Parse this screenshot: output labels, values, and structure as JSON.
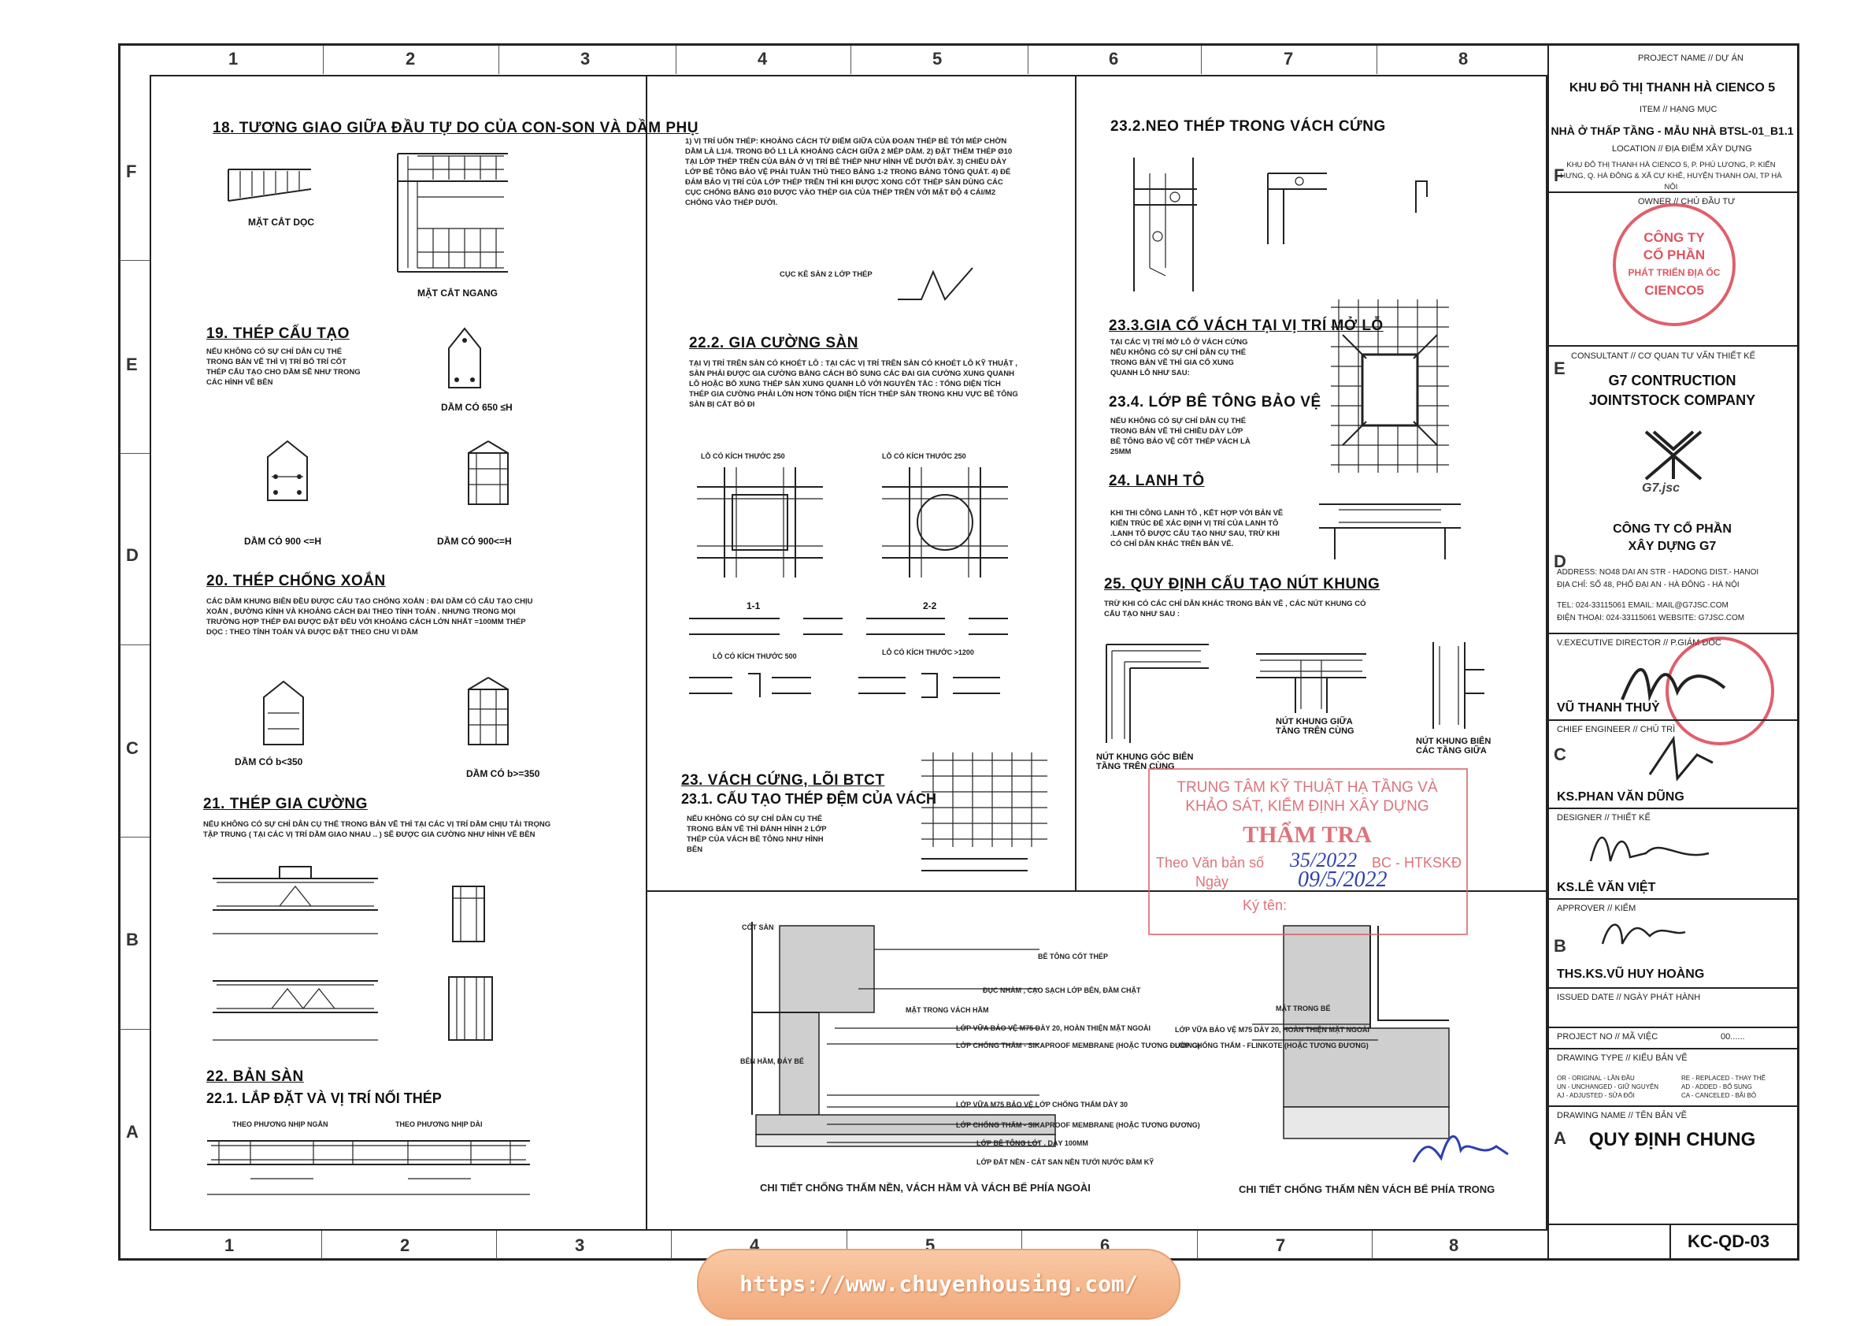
{
  "grid": {
    "columns": [
      "1",
      "2",
      "3",
      "4",
      "5",
      "6",
      "7",
      "8"
    ],
    "rows": [
      "F",
      "E",
      "D",
      "C",
      "B",
      "A"
    ]
  },
  "sections": {
    "s18_title": "18. TƯƠNG GIAO GIỮA ĐẦU TỰ DO CỦA CON-SON VÀ DẦM PHỤ",
    "s18_cap1": "MẶT CẮT DỌC",
    "s18_cap2": "MẶT CẮT NGANG",
    "s19_title": "19. THÉP CẤU TẠO",
    "s19_note": "NẾU KHÔNG CÓ SỰ CHỈ DẪN CỤ THỂ TRONG BẢN VẼ THÌ VỊ TRÍ BỐ TRÍ CỐT THÉP CẤU TẠO CHO DẦM SẼ NHƯ TRONG CÁC HÌNH VẼ BÊN",
    "s19_cap1": "DẦM CÓ 650 ≤H",
    "s19_cap2": "DẦM CÓ 900 <=H",
    "s19_cap3": "DẦM CÓ 900<=H",
    "s20_title": "20. THÉP CHỐNG XOẮN",
    "s20_note": "CÁC DẦM KHUNG BIÊN ĐỀU ĐƯỢC CẤU TẠO CHỐNG XOẮN : ĐAI DẦM CÓ CẤU TẠO CHỊU XOẮN , ĐƯỜNG KÍNH VÀ KHOẢNG CÁCH ĐAI THEO TÍNH TOÁN . NHƯNG TRONG MỌI TRƯỜNG HỢP THÉP ĐAI ĐƯỢC ĐẶT ĐỀU VỚI KHOẢNG CÁCH LỚN NHẤT =100MM THÉP DỌC : THEO TÍNH TOÁN VÀ ĐƯỢC ĐẶT THEO CHU VI DẦM",
    "s20_cap1": "DẦM CÓ b<350",
    "s20_cap2": "DẦM CÓ b>=350",
    "s21_title": "21. THÉP GIA CƯỜNG",
    "s21_note": "NẾU KHÔNG CÓ SỰ CHỈ DẪN CỤ THỂ TRONG BẢN VẼ THÌ TẠI CÁC VỊ TRÍ DẦM CHỊU TẢI TRỌNG TẬP TRUNG ( TẠI CÁC VỊ TRÍ DẦM GIAO NHAU .. ) SẼ ĐƯỢC GIA CƯỜNG NHƯ HÌNH VẼ BÊN",
    "s22_title": "22. BẢN SÀN",
    "s22_1_title": "22.1. LẮP ĐẶT VÀ VỊ TRÍ NỐI THÉP",
    "s22_1_lbl1": "THEO PHƯƠNG NHỊP NGẮN",
    "s22_1_lbl2": "THEO PHƯƠNG NHỊP DÀI",
    "s22_notes": "1) VỊ TRÍ UỐN THÉP: KHOẢNG CÁCH TỪ ĐIỂM GIỮA CỦA ĐOẠN THÉP BẺ TỚI MÉP CHỜN DẦM LÀ L1/4. TRONG ĐÓ L1 LÀ KHOẢNG CÁCH GIỮA 2 MÉP DẦM. 2) ĐẶT THÊM THÉP Ø10 TẠI LỚP THÉP TRÊN CỦA BẢN Ở VỊ TRÍ BẺ THÉP NHƯ HÌNH VẼ DƯỚI ĐÂY. 3) CHIỀU DÀY LỚP BÊ TÔNG BẢO VỆ PHẢI TUÂN THỦ THEO BẢNG 1-2 TRONG BẢNG TỔNG QUÁT. 4) ĐỂ ĐẢM BẢO VỊ TRÍ CỦA LỚP THÉP TRÊN THÌ KHI ĐƯỢC XONG CỐT THÉP SÀN DÙNG CÁC CỤC CHỐNG BẰNG Ø10 ĐƯỢC VÀO THÉP GIA CỦA THÉP TRÊN VỚI MẬT ĐỘ 4 CÁI/M2 CHỐNG VÀO THÉP DƯỚI.",
    "s22_kicker": "CỤC KÊ SÀN 2 LỚP THÉP",
    "s22_2_title": "22.2. GIA CƯỜNG SÀN",
    "s22_2_note": "TẠI VỊ TRÍ TRÊN SÀN CÓ KHOÉT LỖ : TẠI CÁC VỊ TRÍ TRÊN SÀN CÓ KHOÉT LỖ KỸ THUẬT , SÀN PHẢI ĐƯỢC GIA CƯỜNG BẰNG CÁCH BỔ SUNG CÁC ĐAI GIA CƯỜNG XUNG QUANH LỖ HOẶC BỔ XUNG THÉP SÀN XUNG QUANH LỖ VỚI NGUYÊN TẮC : TỔNG DIỆN TÍCH THÉP GIA CƯỜNG PHẢI LỚN HƠN TỔNG DIỆN TÍCH THÉP SÀN TRONG KHU VỰC BÊ TÔNG SÀN BỊ CẮT BỎ ĐI",
    "s22_2_lbl1": "LỖ CÓ KÍCH THƯỚC 250",
    "s22_2_lbl2": "LỖ CÓ KÍCH THƯỚC 250",
    "s22_2_lbl3": "LỖ CÓ KÍCH THƯỚC 500",
    "s22_2_lbl4": "LỖ CÓ KÍCH THƯỚC >1200",
    "s22_2_sec1": "1-1",
    "s22_2_sec2": "2-2",
    "s23_title": "23. VÁCH CỨNG, LÕI BTCT",
    "s23_1_title": "23.1. CẤU TẠO THÉP ĐỆM CỦA VÁCH",
    "s23_1_note": "NẾU KHÔNG CÓ SỰ CHỈ DẪN CỤ THỂ TRONG BẢN VẼ THÌ ĐÁNH HÌNH 2 LỚP THÉP CỦA VÁCH BÊ TÔNG NHƯ HÌNH BÊN",
    "s23_2_title": "23.2.NEO THÉP TRONG VÁCH CỨNG",
    "s23_3_title": "23.3.GIA CỐ VÁCH TẠI VỊ TRÍ MỞ LỖ",
    "s23_3_note": "TẠI CÁC VỊ TRÍ MỞ LỖ Ở VÁCH CỨNG NẾU KHÔNG CÓ SỰ CHỈ DẪN CỤ THỂ TRONG BẢN VẼ THÌ GIA CỐ XUNG QUANH LỖ NHƯ SAU:",
    "s23_4_title": "23.4. LỚP BÊ TÔNG BẢO VỆ",
    "s23_4_note": "NẾU KHÔNG CÓ SỰ CHỈ DẪN CỤ THỂ TRONG BẢN VẼ THÌ CHIỀU DÀY LỚP BÊ TÔNG BẢO VỆ CỐT THÉP VÁCH LÀ 25MM",
    "s24_title": "24. LANH TÔ",
    "s24_note": "KHI THI CÔNG LANH TÔ , KẾT HỢP VỚI BẢN VẼ KIẾN TRÚC ĐỂ XÁC ĐỊNH VỊ TRÍ CỦA LANH TÔ .LANH TÔ ĐƯỢC CẤU TẠO NHƯ SAU, TRỪ KHI CÓ CHỈ DẪN KHÁC TRÊN BẢN VẼ.",
    "s25_title": "25. QUY ĐỊNH CẤU TẠO NÚT KHUNG",
    "s25_note": "TRỪ KHI CÓ CÁC CHỈ DẪN KHÁC TRONG BẢN VẼ , CÁC NÚT KHUNG CÓ CẤU TẠO NHƯ SAU :",
    "s25_cap1": "NÚT KHUNG GÓC BIÊN TẦNG TRÊN CÙNG",
    "s25_cap2": "NÚT KHUNG GIỮA TẦNG TRÊN CÙNG",
    "s25_cap3": "NÚT KHUNG BIÊN CÁC TẦNG GIỮA",
    "wp_lbl_cotsan": "CỐT SÀN",
    "wp_lbl1": "BÊ TÔNG CỐT THÉP",
    "wp_lbl2": "ĐỤC NHÁM , CẠO SẠCH LỚP BÊN, ĐẦM CHẶT",
    "wp_lbl3": "MẶT TRONG VÁCH HẦM",
    "wp_lbl4": "LỚP VỮA BẢO VỆ M75 DÀY 20, HOÀN THIỆN MẶT NGOÀI",
    "wp_lbl5": "LỚP CHỐNG THẤM - SIKAPROOF MEMBRANE (HOẶC TƯƠNG ĐƯƠNG)",
    "wp_lbl6": "BÊN HẦM, ĐÁY BỂ",
    "wp_lbl7": "LỚP VỮA M75 BẢO VỆ LỚP CHỐNG THẤM DÀY 30",
    "wp_lbl8": "LỚP CHỐNG THẤM - SIKAPROOF MEMBRANE (HOẶC TƯƠNG ĐƯƠNG)",
    "wp_lbl9": "LỚP BÊ TÔNG LÓT , DÀY 100MM",
    "wp_lbl10": "LỚP ĐẤT NỀN - CÁT SAN NỀN TƯỚI NƯỚC ĐẦM KỸ",
    "wp_cap1": "CHI TIẾT CHỐNG THẤM NỀN, VÁCH HẦM VÀ VÁCH BỂ PHÍA NGOÀI",
    "wp_in_lbl1": "MẶT TRONG BỂ",
    "wp_in_lbl2": "LỚP VỮA BẢO VỆ M75 DÀY 20, HOÀN THIỆN MẶT NGOÀI",
    "wp_in_lbl3": "LỚP CHỐNG THẤM - FLINKOTE (HOẶC TƯƠNG ĐƯƠNG)",
    "wp_cap2": "CHI TIẾT CHỐNG THẤM NỀN VÁCH BỂ PHÍA TRONG"
  },
  "inspection": {
    "line1": "TRUNG TÂM KỸ THUẬT HẠ TẦNG VÀ",
    "line2": "KHẢO SÁT, KIỂM ĐỊNH XÂY DỰNG",
    "title": "THẨM TRA",
    "doc_label": "Theo Văn bản số",
    "doc_no": "35/2022",
    "doc_suffix": "BC - HTKSKĐ",
    "date_label": "Ngày",
    "date": "09/5/2022",
    "sign_label": "Ký tên:"
  },
  "titleblock": {
    "project_cap": "PROJECT NAME // DỰ ÁN",
    "project": "KHU ĐÔ THỊ THANH HÀ CIENCO 5",
    "item_cap": "ITEM // HẠNG MỤC",
    "item": "NHÀ Ở THẤP TẦNG - MẪU NHÀ BTSL-01_B1.1",
    "location_cap": "LOCATION // ĐỊA ĐIỂM XÂY DỰNG",
    "location": "KHU ĐÔ THỊ THANH HÀ CIENCO 5, P. PHÚ LƯƠNG, P. KIẾN HƯNG, Q. HÀ ĐÔNG & XÃ CỰ KHÊ, HUYỆN THANH OAI, TP HÀ NỘI",
    "owner_cap": "OWNER // CHỦ ĐẦU TƯ",
    "owner_stamp_l1": "CÔNG TY",
    "owner_stamp_l2": "CỔ PHẦN",
    "owner_stamp_l3": "PHÁT TRIỂN ĐỊA ỐC",
    "owner_stamp_l4": "CIENCO5",
    "consultant_cap": "CONSULTANT // CƠ QUAN TƯ VẤN THIẾT KẾ",
    "consultant_l1": "G7 CONTRUCTION",
    "consultant_l2": "JOINTSTOCK COMPANY",
    "logo_text": "G7.jsc",
    "company_l1": "CÔNG TY CỔ PHẦN",
    "company_l2": "XÂY DỰNG G7",
    "address": "ADDRESS:  NO48 DAI AN STR - HADONG DIST.- HANOI",
    "address_vn": "ĐỊA CHỈ:   SỐ 48, PHỐ ĐẠI AN - HÀ ĐÔNG - HÀ NỘI",
    "tel": "TEL:  024-33115061  EMAIL: MAIL@G7JSC.COM",
    "tel_vn": "ĐIỆN THOẠI: 024-33115061  WEBSITE:  G7JSC.COM",
    "vexec_cap": "V.EXECUTIVE DIRECTOR // P.GIÁM ĐỐC",
    "vexec": "VŨ THANH THUỶ",
    "chief_cap": "CHIEF ENGINEER // CHỦ TRÌ",
    "chief": "KS.PHAN VĂN DŨNG",
    "designer_cap": "DESIGNER // THIẾT KẾ",
    "designer": "KS.LÊ VĂN VIỆT",
    "approver_cap": "APPROVER // KIỂM",
    "approver": "THS.KS.VŨ HUY HOÀNG",
    "issued_cap": "ISSUED DATE // NGÀY PHÁT HÀNH",
    "projno_cap": "PROJECT NO // MÃ VIỆC",
    "projno": "00......",
    "dtype_cap": "DRAWING TYPE // KIỂU BẢN VẼ",
    "dtype_l1": "OR - ORIGINAL - LẦN ĐẦU",
    "dtype_l2": "UN - UNCHANGED - GIỮ NGUYÊN",
    "dtype_l3": "AJ - ADJUSTED - SỬA ĐỔI",
    "dtype_r1": "RE - REPLACED - THAY THẾ",
    "dtype_r2": "AD - ADDED - BỔ SUNG",
    "dtype_r3": "CA - CANCELED - BÃI BỎ",
    "dname_cap": "DRAWING NAME // TÊN BẢN VẼ",
    "dname": "QUY ĐỊNH CHUNG",
    "sheet_no": "KC-QD-03"
  },
  "watermark": "https://www.chuyenhousing.com/",
  "colors": {
    "stamp_red": "#d62a3a",
    "signature_blue": "#2f3fb0",
    "watermark_orange": "#f2a97d"
  }
}
